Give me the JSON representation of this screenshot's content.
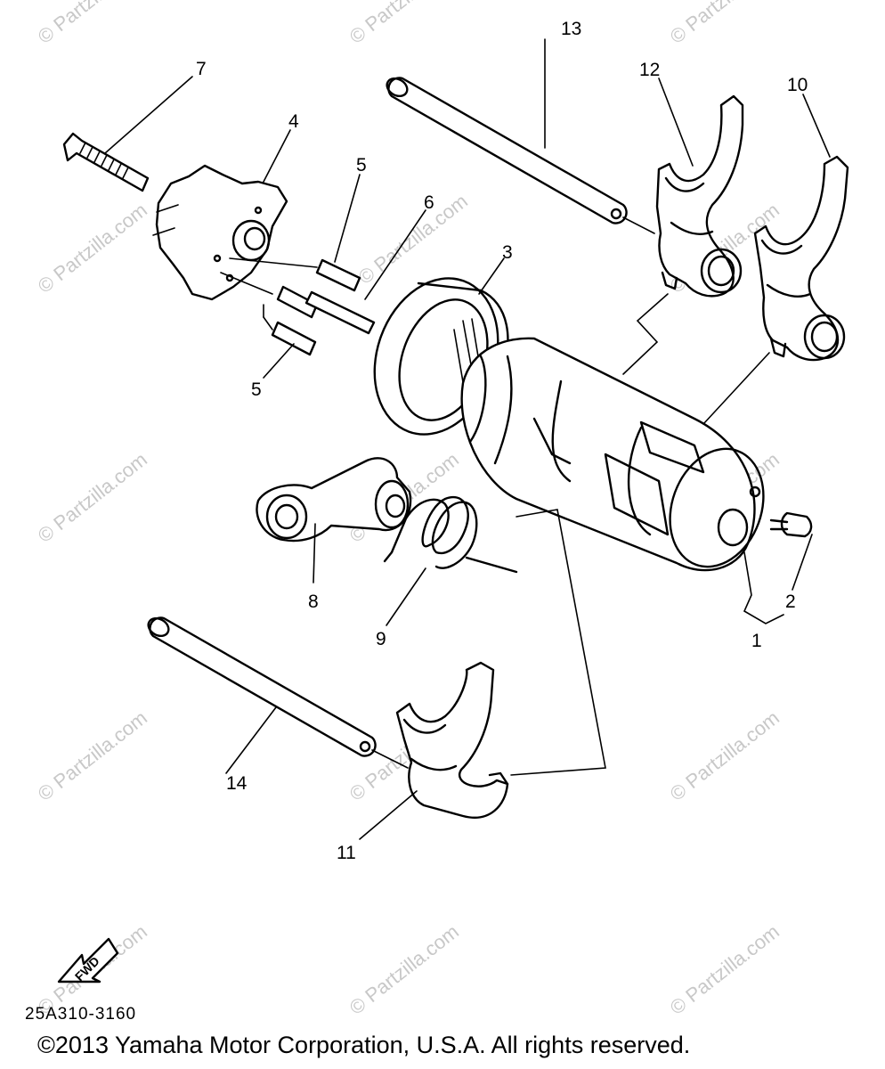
{
  "diagram": {
    "part_labels": [
      "1",
      "2",
      "3",
      "4",
      "5",
      "5",
      "6",
      "7",
      "8",
      "9",
      "10",
      "11",
      "12",
      "13",
      "14"
    ],
    "watermarks": [
      "© Partzilla.com"
    ],
    "fwd_label": "FWD",
    "diagram_code": "25A310-3160",
    "copyright": "©2013  Yamaha Motor Corporation, U.S.A. All rights reserved."
  }
}
